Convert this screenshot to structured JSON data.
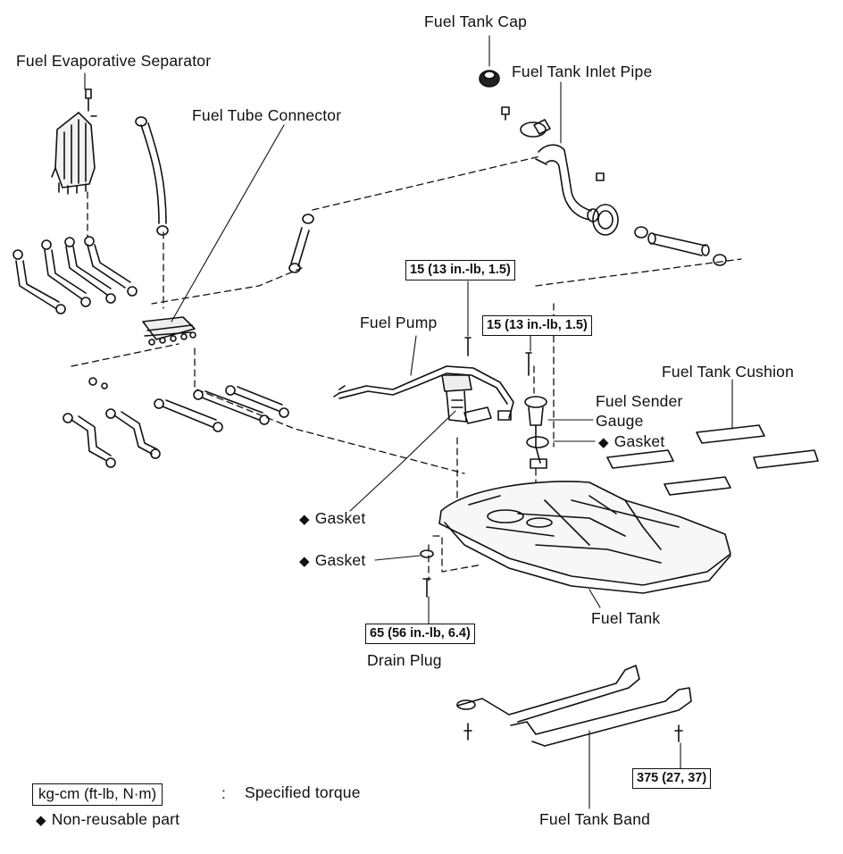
{
  "labels": {
    "fuel_tank_cap": "Fuel Tank Cap",
    "fuel_evaporative_separator": "Fuel Evaporative Separator",
    "fuel_tank_inlet_pipe": "Fuel Tank Inlet Pipe",
    "fuel_tube_connector": "Fuel Tube Connector",
    "fuel_pump": "Fuel Pump",
    "fuel_tank_cushion": "Fuel Tank Cushion",
    "fuel_sender_gauge_line1": "Fuel Sender",
    "fuel_sender_gauge_line2": "Gauge",
    "gasket_sender": "Gasket",
    "gasket_pump": "Gasket",
    "gasket_drain": "Gasket",
    "fuel_tank": "Fuel Tank",
    "drain_plug": "Drain Plug",
    "fuel_tank_band": "Fuel Tank Band"
  },
  "torque": {
    "pump_bolt": "15 (13 in.-lb, 1.5)",
    "sender_bolt": "15 (13 in.-lb, 1.5)",
    "drain_plug": "65 (56 in.-lb, 6.4)",
    "band_bolt": "375 (27, 37)"
  },
  "legend": {
    "unit_box": "kg-cm (ft-lb, N·m)",
    "colon": ":",
    "specified_torque": "Specified torque",
    "non_reusable": "Non-reusable part",
    "diamond_symbol": "◆"
  }
}
